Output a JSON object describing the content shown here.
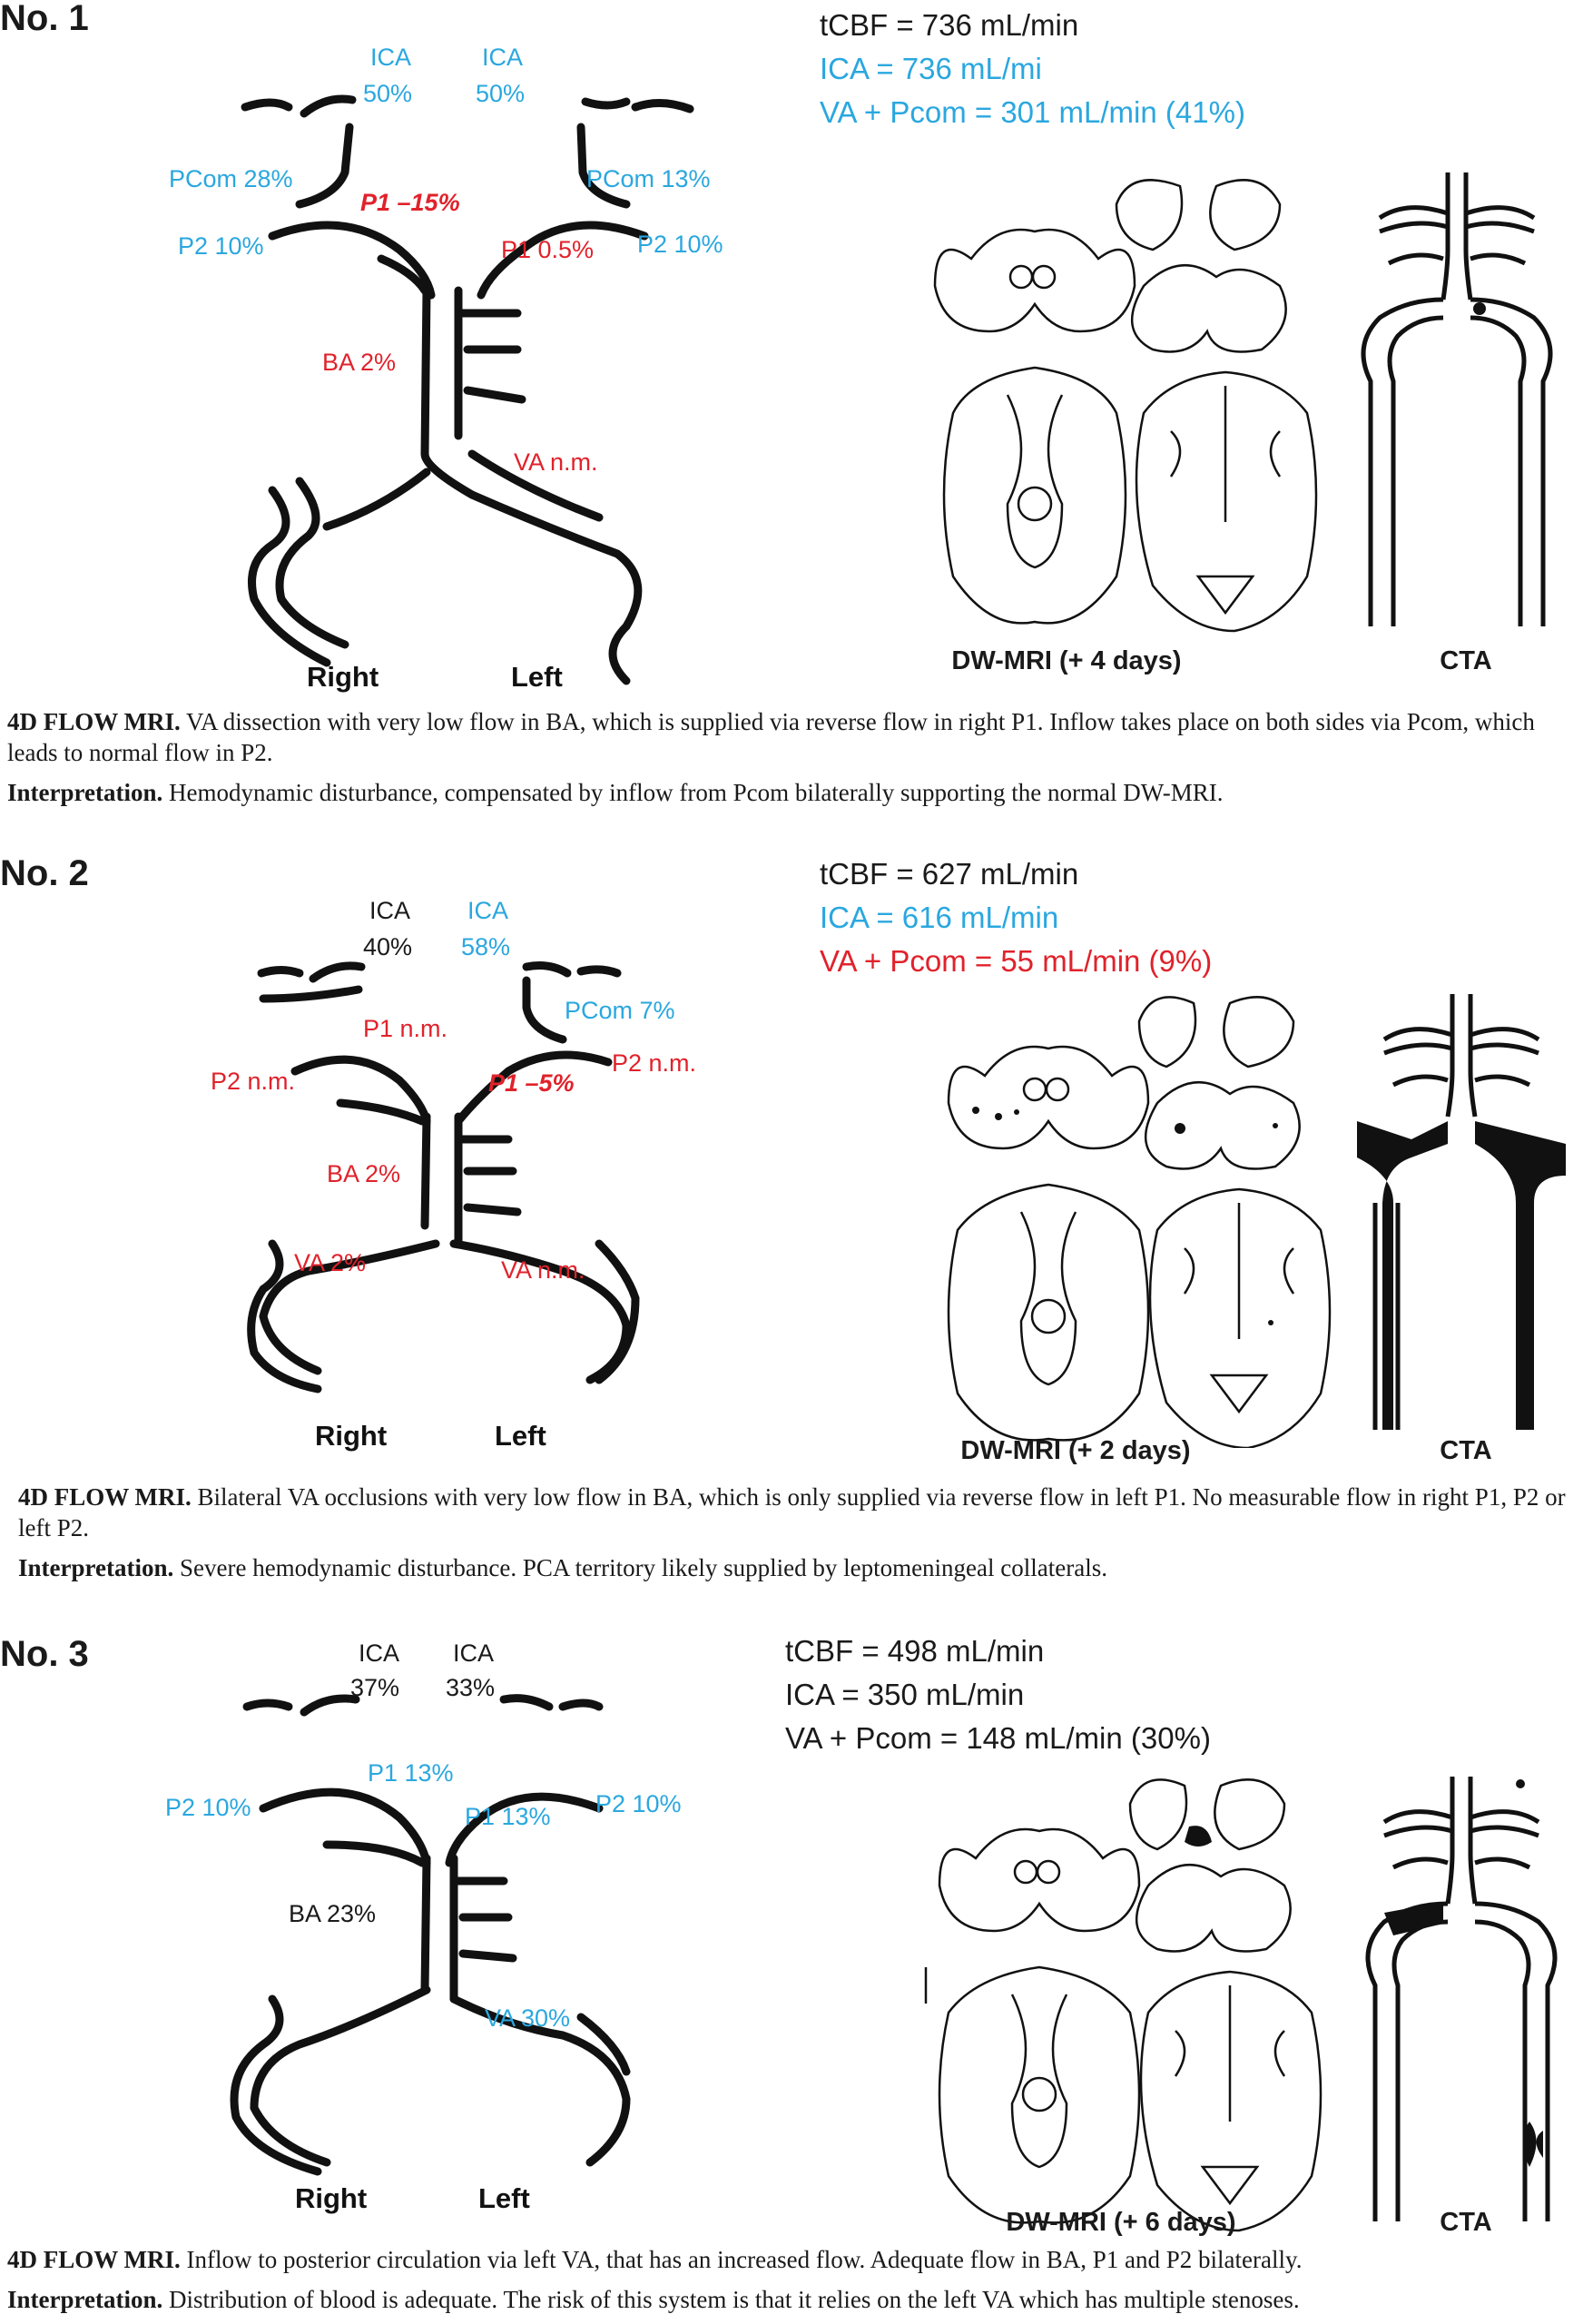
{
  "colors": {
    "blue": "#2aa7df",
    "red": "#e0222b",
    "black": "#1a1a1a"
  },
  "panels": [
    {
      "title": "No. 1",
      "labels": [
        {
          "text": "ICA",
          "color": "blue"
        },
        {
          "text": "50%",
          "color": "blue"
        },
        {
          "text": "ICA",
          "color": "blue"
        },
        {
          "text": "50%",
          "color": "blue"
        },
        {
          "text": "PCom 28%",
          "color": "blue"
        },
        {
          "text": "P1 –15%",
          "color": "red",
          "bold": true
        },
        {
          "text": "PCom 13%",
          "color": "blue"
        },
        {
          "text": "P2 10%",
          "color": "blue"
        },
        {
          "text": "P1 0.5%",
          "color": "red"
        },
        {
          "text": "P2 10%",
          "color": "blue"
        },
        {
          "text": "BA 2%",
          "color": "red"
        },
        {
          "text": "VA n.m.",
          "color": "red"
        }
      ],
      "right_label": "Right",
      "left_label": "Left",
      "flow": [
        {
          "text": "tCBF = 736 mL/min",
          "color": "black"
        },
        {
          "text": "ICA = 736 mL/mi",
          "color": "blue"
        },
        {
          "text": "VA + Pcom = 301 mL/min (41%)",
          "color": "blue"
        }
      ],
      "dw_caption": "DW-MRI (+ 4 days)",
      "cta_caption": "CTA",
      "description_head": "4D FLOW MRI.",
      "description": "VA dissection with very low flow in BA, which is supplied via reverse flow in right P1. Inflow takes place on both sides via Pcom, which leads to normal flow in P2.",
      "interpretation_head": "Interpretation.",
      "interpretation": "Hemodynamic disturbance, compensated by inflow from Pcom bilaterally supporting the normal DW-MRI."
    },
    {
      "title": "No. 2",
      "labels": [
        {
          "text": "ICA",
          "color": "black"
        },
        {
          "text": "40%",
          "color": "black"
        },
        {
          "text": "ICA",
          "color": "blue"
        },
        {
          "text": "58%",
          "color": "blue"
        },
        {
          "text": "PCom 7%",
          "color": "blue"
        },
        {
          "text": "P1 n.m.",
          "color": "red"
        },
        {
          "text": "P2 n.m.",
          "color": "red"
        },
        {
          "text": "P1 –5%",
          "color": "red",
          "bold": true
        },
        {
          "text": "P2 n.m.",
          "color": "red"
        },
        {
          "text": "BA 2%",
          "color": "red"
        },
        {
          "text": "VA 2%",
          "color": "red"
        },
        {
          "text": "VA n.m.",
          "color": "red"
        }
      ],
      "right_label": "Right",
      "left_label": "Left",
      "flow": [
        {
          "text": "tCBF = 627 mL/min",
          "color": "black"
        },
        {
          "text": "ICA = 616 mL/min",
          "color": "blue"
        },
        {
          "text": "VA + Pcom = 55 mL/min (9%)",
          "color": "red"
        }
      ],
      "dw_caption": "DW-MRI (+ 2 days)",
      "cta_caption": "CTA",
      "description_head": "4D FLOW MRI.",
      "description": "Bilateral VA occlusions with very low flow in BA, which is only supplied via reverse flow in left P1. No measurable flow in right P1, P2 or left P2.",
      "interpretation_head": "Interpretation.",
      "interpretation": "Severe hemodynamic disturbance. PCA territory likely supplied by leptomeningeal collaterals."
    },
    {
      "title": "No. 3",
      "labels": [
        {
          "text": "ICA",
          "color": "black"
        },
        {
          "text": "37%",
          "color": "black"
        },
        {
          "text": "ICA",
          "color": "black"
        },
        {
          "text": "33%",
          "color": "black"
        },
        {
          "text": "P1 13%",
          "color": "blue"
        },
        {
          "text": "P2 10%",
          "color": "blue"
        },
        {
          "text": "P1 13%",
          "color": "blue"
        },
        {
          "text": "P2 10%",
          "color": "blue"
        },
        {
          "text": "BA 23%",
          "color": "black"
        },
        {
          "text": "VA 30%",
          "color": "blue"
        }
      ],
      "right_label": "Right",
      "left_label": "Left",
      "flow": [
        {
          "text": "tCBF = 498 mL/min",
          "color": "black"
        },
        {
          "text": "ICA = 350 mL/min",
          "color": "black"
        },
        {
          "text": "VA + Pcom = 148 mL/min (30%)",
          "color": "black"
        }
      ],
      "dw_caption": "DW-MRI (+ 6 days)",
      "cta_caption": "CTA",
      "description_head": "4D FLOW MRI.",
      "description": "Inflow to posterior circulation via left VA, that has an increased flow. Adequate flow in BA, P1 and P2 bilaterally.",
      "interpretation_head": "Interpretation.",
      "interpretation": "Distribution of blood is adequate. The risk of this system is that it relies on the left VA which has multiple stenoses."
    }
  ]
}
